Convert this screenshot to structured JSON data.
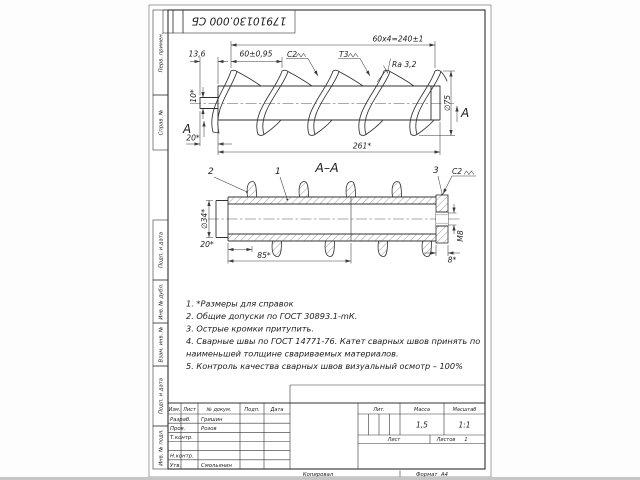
{
  "sheet": {
    "stamp_number": "17910130.000 СБ",
    "margin_labels": [
      "Перв. примен.",
      "Справ. №",
      "Подп. и дата",
      "Инв. № дубл.",
      "Взам. инв. №",
      "Подп. и дата",
      "Инв. № подл."
    ],
    "below": {
      "kopiroval": "Копировал",
      "format_label": "Формат",
      "format_value": "А4"
    }
  },
  "main_view": {
    "dim_pitch_total": "60х4=240±1",
    "dim_13_6": "13,6",
    "dim_pitch": "60±0,95",
    "weld_c2": "С2",
    "weld_t3": "Т3",
    "roughness": "Ra 3,2",
    "dim_10": "10*",
    "dim_20": "20*",
    "dim_261": "261*",
    "dim_dia75": "∅75",
    "section_letter": "А"
  },
  "section_view": {
    "title": "А–А",
    "callout_1": "1",
    "callout_2": "2",
    "callout_3": "3",
    "weld_c2": "С2",
    "dim_dia34": "∅34*",
    "dim_20": "20*",
    "dim_85": "85*",
    "thread_m8": "М8",
    "dim_8": "8*"
  },
  "notes": {
    "lines": [
      "1. *Размеры для справок",
      "2. Общие допуски по ГОСТ 30893.1-mК.",
      "3. Острые кромки притупить.",
      "4. Сварные швы по ГОСТ 14771-76. Катет сварных швов принять по",
      "наименьшей толщине свариваемых материалов.",
      "5. Контроль качества сварных швов визуальный осмотр – 100%"
    ]
  },
  "title_block": {
    "col_izm": "Изм.",
    "col_list": "Лист",
    "col_docnum": "№ докум.",
    "col_podp": "Подп.",
    "col_data": "Дата",
    "razrab_label": "Разраб.",
    "razrab_name": "Гришин",
    "prov_label": "Пров.",
    "prov_name": "Розов",
    "tkontr_label": "Т.контр.",
    "nkontr_label": "Н.контр.",
    "utv_label": "Утв.",
    "utv_name": "Смольянин",
    "lit_label": "Лит.",
    "massa_label": "Масса",
    "masshtab_label": "Масштаб",
    "massa_value": "1,5",
    "masshtab_value": "1:1",
    "list_label": "Лист",
    "listov_label": "Листов",
    "listov_value": "1"
  }
}
